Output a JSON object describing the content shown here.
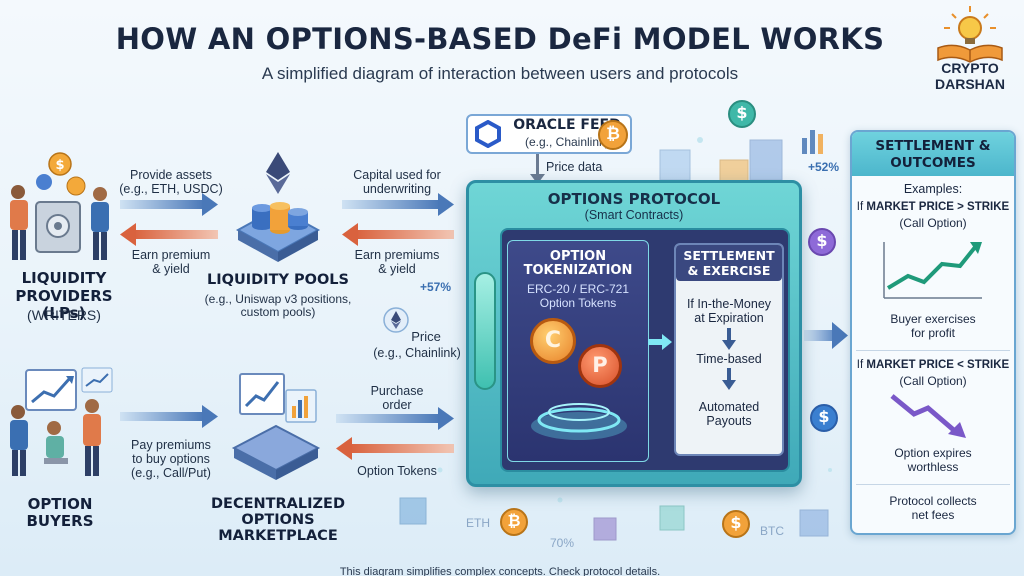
{
  "header": {
    "title": "HOW AN OPTIONS-BASED DeFi MODEL WORKS",
    "subtitle": "A simplified diagram of interaction between users and protocols"
  },
  "logo": {
    "line1": "CRYPTO",
    "line2": "DARSHAN"
  },
  "liquidity_providers": {
    "label_line1": "LIQUIDITY",
    "label_line2": "PROVIDERS (LPs)",
    "label_line3": "(WRITERS)"
  },
  "option_buyers": {
    "label_line1": "OPTION",
    "label_line2": "BUYERS"
  },
  "liquidity_pools": {
    "label": "LIQUIDITY POOLS",
    "sub_line1": "(e.g., Uniswap v3 positions,",
    "sub_line2": "custom pools)"
  },
  "marketplace": {
    "line1": "DECENTRALIZED",
    "line2": "OPTIONS",
    "line3": "MARKETPLACE"
  },
  "flows": {
    "provide_assets_1": "Provide assets",
    "provide_assets_2": "(e.g., ETH, USDC)",
    "earn_premium_1": "Earn premium",
    "earn_premium_2": "& yield",
    "capital_1": "Capital used for",
    "capital_2": "underwriting",
    "earn_premiums_1": "Earn premiums",
    "earn_premiums_2": "& yield",
    "pay_premiums_1": "Pay premiums",
    "pay_premiums_2": "to buy options",
    "pay_premiums_3": "(e.g., Call/Put)",
    "purchase_1": "Purchase",
    "purchase_2": "order",
    "option_tokens": "Option Tokens",
    "price_data": "Price data",
    "price_1": "Price",
    "price_2": "(e.g., Chainlink)"
  },
  "oracle": {
    "title": "ORACLE FEED",
    "sub": "(e.g., Chainlink)"
  },
  "protocol": {
    "title": "OPTIONS PROTOCOL",
    "sub": "(Smart Contracts)"
  },
  "tokenization": {
    "line1": "OPTION",
    "line2": "TOKENIZATION",
    "std1": "ERC-20 / ERC-721",
    "std2": "Option Tokens",
    "coin1": "C",
    "coin2": "P"
  },
  "settlement_exercise": {
    "head1": "SETTLEMENT",
    "head2": "& EXERCISE",
    "cond1": "If In-the-Money",
    "cond2": "at Expiration",
    "time": "Time-based",
    "auto1": "Automated",
    "auto2": "Payouts"
  },
  "outcomes": {
    "head1": "SETTLEMENT &",
    "head2": "OUTCOMES",
    "examples": "Examples:",
    "if_up_prefix": "If ",
    "if_up_bold": "MARKET PRICE > STRIKE",
    "call1": "(Call Option)",
    "exercise1": "Buyer exercises",
    "exercise2": "for profit",
    "if_down_prefix": "If ",
    "if_down_bold": "MARKET PRICE < STRIKE",
    "call2": "(Call Option)",
    "expire1": "Option expires",
    "expire2": "worthless",
    "fees1": "Protocol collects",
    "fees2": "net fees"
  },
  "decor": {
    "pct_52": "+52%",
    "pct_57": "+57%",
    "pct_70": "70%",
    "eth": "ETH",
    "btc": "BTC",
    "btc_symbol": "₿",
    "dollar": "$"
  },
  "footer": "This diagram simplifies complex concepts. Check protocol details.",
  "colors": {
    "protocol_teal": "#4fc2c8",
    "navy": "#2e3a70",
    "arrow_blue": "#4a78b8",
    "coin_orange": "#f2a23a"
  }
}
